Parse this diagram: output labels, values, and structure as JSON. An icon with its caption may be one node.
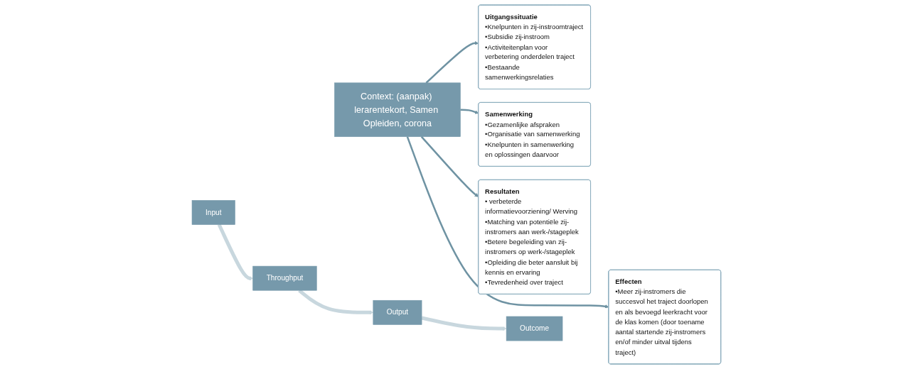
{
  "diagram": {
    "nodes": [
      {
        "text": [
          "Input"
        ]
      },
      {
        "text": [
          "Uitgangssituatie",
          "•Knelpunten in zij-instroomtraject",
          "•Subsidie zij-instroom",
          "•Activiteitenplan voor verbetering onderdelen traject",
          "•Bestaande samenwerkingsrelaties"
        ]
      },
      {
        "text": [
          "Throughput"
        ]
      },
      {
        "text": [
          "Samenwerking",
          "•Gezamenlijke afspraken",
          "•Organisatie van samenwerking",
          "•Knelpunten in samenwerking en oplossingen daarvoor"
        ]
      },
      {
        "text": [
          "Output"
        ]
      },
      {
        "text": [
          "Resultaten",
          "• verbeterde informatievoorziening/ Werving",
          "•Matching van potentiële zij-instromers aan werk-/stageplek",
          "•Betere begeleiding van zij-instromers op werk-/stageplek",
          "•Opleiding die beter aansluit bij kennis en ervaring",
          "•Tevredenheid over traject"
        ]
      },
      {
        "text": [
          "Outcome"
        ]
      },
      {
        "text": [
          "Effecten",
          "•Meer zij-instromers die succesvol het traject doorlopen en als bevoegd leerkracht voor de klas komen (door toename aantal startende zij-instromers en/of minder uitval tijdens traject)"
        ]
      },
      {
        "text": [
          "Context: (aanpak) lerarentekort, Samen Opleiden, corona"
        ]
      }
    ],
    "edges": [
      {
        "from": 0,
        "to": 2,
        "arrow": "to",
        "style": "thick",
        "color": "#c8d7de"
      },
      {
        "from": 2,
        "to": 4,
        "arrow": "to",
        "style": "thick",
        "color": "#c8d7de"
      },
      {
        "from": 4,
        "to": 6,
        "arrow": "to",
        "style": "thick",
        "color": "#c8d7de"
      },
      {
        "from": 8,
        "to": 1,
        "arrow": "to"
      },
      {
        "from": 8,
        "to": 3,
        "arrow": "to"
      },
      {
        "from": 8,
        "to": 5,
        "arrow": "to"
      },
      {
        "from": 8,
        "to": 7,
        "arrow": "to"
      }
    ]
  }
}
